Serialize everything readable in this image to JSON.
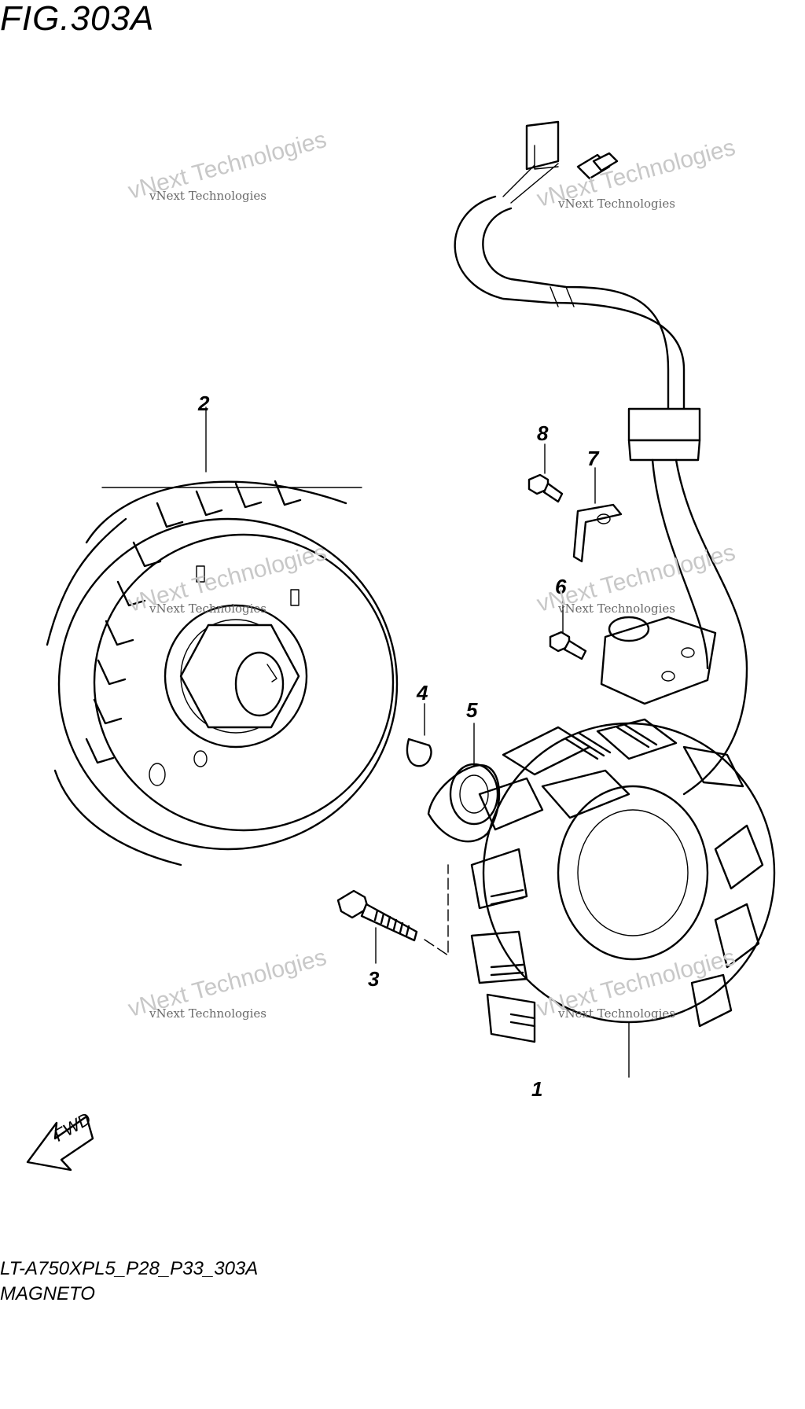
{
  "figure": {
    "title": "FIG.303A"
  },
  "callouts": [
    "1",
    "2",
    "3",
    "4",
    "5",
    "6",
    "7",
    "8"
  ],
  "watermark": {
    "logo_text": "vNext Technologies",
    "caption": "vNext Technologies"
  },
  "direction_arrow": {
    "label": "FWD",
    "icon": "arrow-icon"
  },
  "footer": {
    "model_code": "LT-A750XPL5_P28_P33_303A",
    "section_name": "MAGNETO"
  }
}
